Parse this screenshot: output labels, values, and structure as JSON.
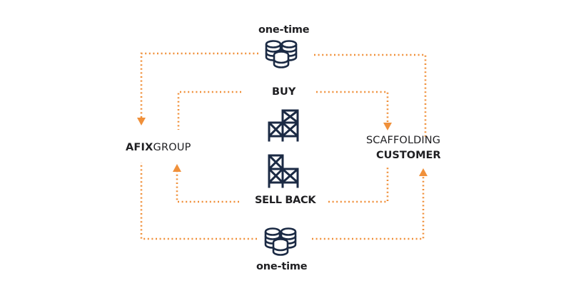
{
  "colors": {
    "flow": "#f0903a",
    "icon": "#1b2a44",
    "text": "#1f1f22",
    "background": "#ffffff"
  },
  "nodes": {
    "supplier": {
      "name_bold": "AFIX",
      "name_light": "GROUP"
    },
    "customer": {
      "line1": "SCAFFOLDING",
      "line2": "CUSTOMER"
    }
  },
  "flows": {
    "buy": {
      "label": "BUY",
      "icon": "scaffold-icon"
    },
    "sell_back": {
      "label": "SELL BACK",
      "icon": "scaffold-icon"
    },
    "payment_top": {
      "label": "one-time",
      "icon": "coins-icon"
    },
    "payment_bottom": {
      "label": "one-time",
      "icon": "coins-icon"
    }
  },
  "edges": [
    {
      "from": "customer",
      "to": "supplier",
      "via": "payment_top",
      "style": "dotted",
      "arrow": "end"
    },
    {
      "from": "supplier",
      "to": "customer",
      "via": "buy",
      "style": "dotted",
      "arrow": "end"
    },
    {
      "from": "customer",
      "to": "supplier",
      "via": "sell_back",
      "style": "dotted",
      "arrow": "end"
    },
    {
      "from": "supplier",
      "to": "customer",
      "via": "payment_bottom",
      "style": "dotted",
      "arrow": "end"
    }
  ]
}
